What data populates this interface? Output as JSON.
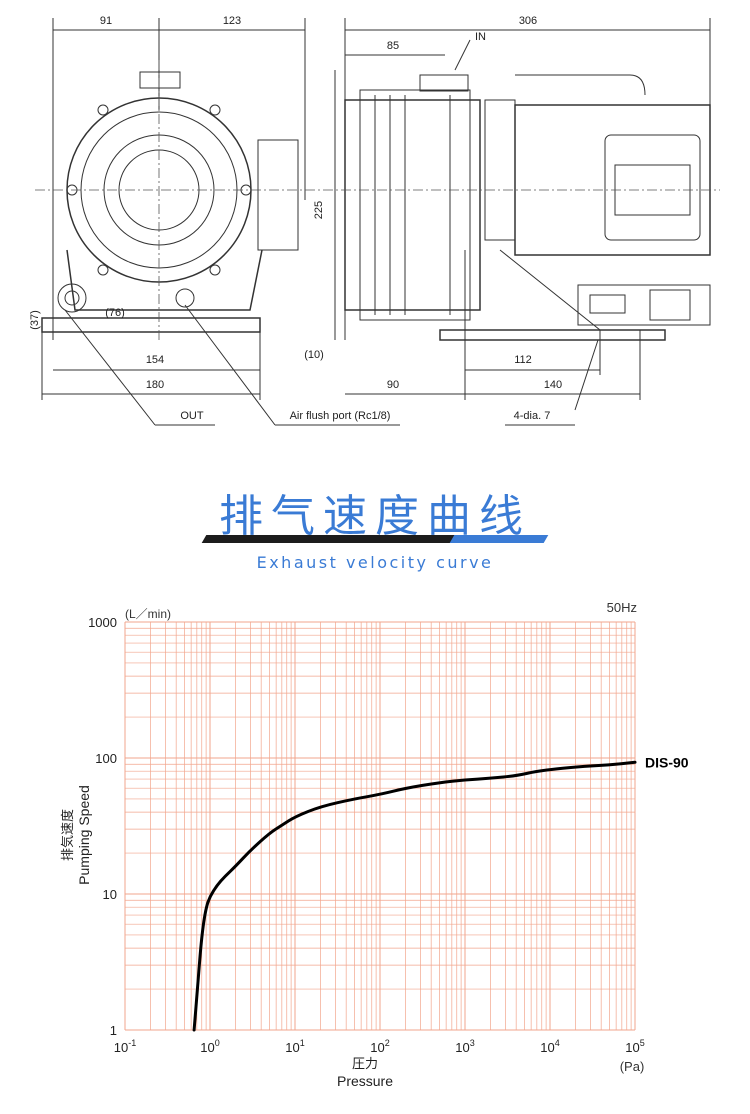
{
  "drawing": {
    "dims": {
      "d91": "91",
      "d123": "123",
      "d306": "306",
      "d85": "85",
      "d225": "225",
      "d37": "(37)",
      "d76": "(76)",
      "d154": "154",
      "d180": "180",
      "d10": "(10)",
      "d90": "90",
      "d112": "112",
      "d140": "140"
    },
    "labels": {
      "in": "IN",
      "out": "OUT",
      "air_flush": "Air flush port (Rc1/8)",
      "holes": "4-dia. 7"
    }
  },
  "section": {
    "title": "排气速度曲线",
    "subtitle": "Exhaust velocity curve"
  },
  "chart_data": {
    "type": "line",
    "yunit": "(L／min)",
    "frequency": "50Hz",
    "ylabel_cn": "排気速度",
    "ylabel_en": "Pumping Speed",
    "xlabel_cn": "圧力",
    "xlabel_en": "Pressure",
    "xunit": "(Pa)",
    "x_scale": "log",
    "y_scale": "log",
    "xlim": [
      0.1,
      100000
    ],
    "ylim": [
      1,
      1000
    ],
    "grid": true,
    "x_ticks": [
      {
        "base": "10",
        "exp": "-1",
        "value": 0.1
      },
      {
        "base": "10",
        "exp": "0",
        "value": 1
      },
      {
        "base": "10",
        "exp": "1",
        "value": 10
      },
      {
        "base": "10",
        "exp": "2",
        "value": 100
      },
      {
        "base": "10",
        "exp": "3",
        "value": 1000
      },
      {
        "base": "10",
        "exp": "4",
        "value": 10000
      },
      {
        "base": "10",
        "exp": "5",
        "value": 100000
      }
    ],
    "y_ticks": [
      {
        "label": "1",
        "value": 1
      },
      {
        "label": "10",
        "value": 10
      },
      {
        "label": "100",
        "value": 100
      },
      {
        "label": "1000",
        "value": 1000
      }
    ],
    "series": [
      {
        "name": "DIS-90",
        "color": "#000000",
        "x": [
          0.65,
          0.72,
          0.8,
          0.9,
          1.0,
          1.2,
          1.5,
          2,
          3,
          5,
          7,
          10,
          20,
          50,
          100,
          200,
          500,
          1000,
          2000,
          4000,
          7000,
          10000,
          20000,
          50000,
          100000
        ],
        "y": [
          1.0,
          2.2,
          5.0,
          8.0,
          9.6,
          11.5,
          13.5,
          16,
          21,
          28,
          32,
          37,
          44,
          50,
          54,
          60,
          66,
          69,
          71,
          74,
          80,
          82,
          86,
          89,
          93
        ]
      }
    ]
  },
  "colors": {
    "accent": "#3a7bd5",
    "grid": "#f2a58c",
    "curve": "#000000"
  }
}
